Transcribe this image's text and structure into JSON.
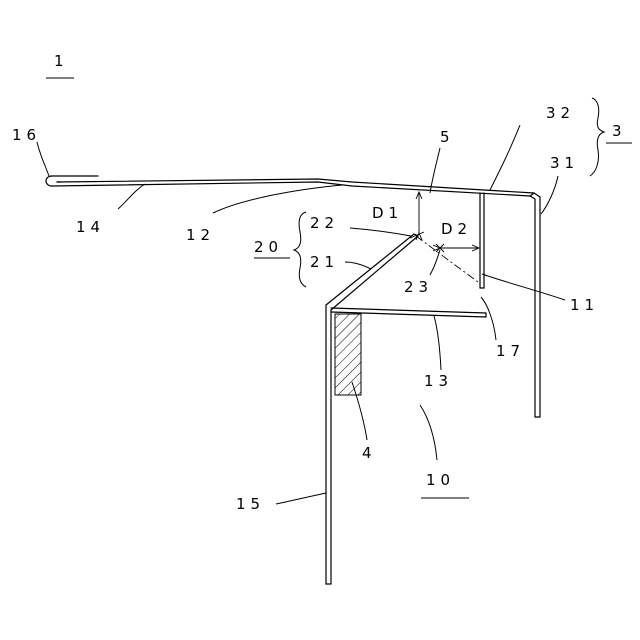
{
  "labels": {
    "l1": "1",
    "l16": "16",
    "l5": "5",
    "l32": "32",
    "l3": "3",
    "l31": "31",
    "l14": "14",
    "l12": "12",
    "lD1": "D1",
    "l22": "22",
    "lD2": "D2",
    "l20": "20",
    "l21": "21",
    "l23": "23",
    "l11": "11",
    "l17": "17",
    "l13": "13",
    "l4": "4",
    "l10": "10",
    "l15": "15"
  },
  "colors": {
    "line": "#000000",
    "background": "#ffffff"
  }
}
